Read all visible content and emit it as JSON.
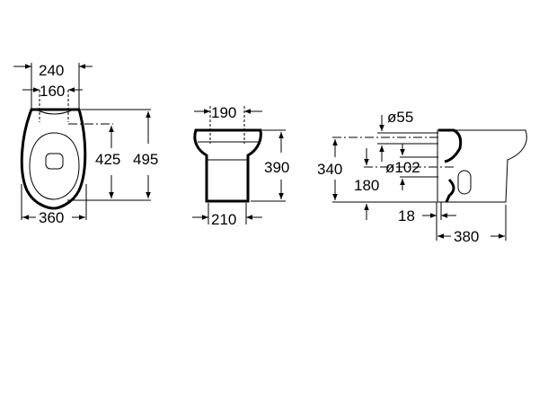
{
  "drawing": {
    "top_view": {
      "dim_outer_width": "240",
      "dim_fixing_width": "160",
      "dim_fixing_depth": "425",
      "dim_total_depth": "495",
      "dim_base_width": "360"
    },
    "front_view": {
      "dim_fixing_width": "190",
      "dim_height": "390",
      "dim_base_width": "210"
    },
    "side_view": {
      "dim_inlet_diameter": "ø55",
      "dim_inlet_height": "340",
      "dim_outlet_diameter": "ø102",
      "dim_outlet_height": "180",
      "dim_wall_gap": "18",
      "dim_depth": "380"
    }
  }
}
